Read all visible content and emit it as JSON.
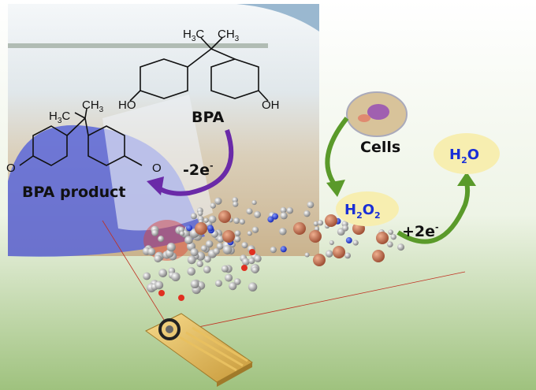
{
  "bpa": {
    "methyl_left": {
      "a": "H",
      "sub": "3",
      "b": "C"
    },
    "methyl_right": {
      "a": "CH",
      "sub": "3"
    },
    "hydroxyl_left": "HO",
    "hydroxyl_right": "OH",
    "label": "BPA"
  },
  "product": {
    "methyl_left": {
      "a": "H",
      "sub": "3",
      "b": "C"
    },
    "methyl_top": {
      "a": "CH",
      "sub": "3"
    },
    "oxygen_left": "O",
    "oxygen_right": "O",
    "label": "BPA product"
  },
  "oxidation": {
    "a": "-2e",
    "sup": "-"
  },
  "reduction": {
    "a": "+2e",
    "sup": "-"
  },
  "cells_label": "Cells",
  "h2o2": {
    "a": "H",
    "sub1": "2",
    "b": "O",
    "sub2": "2"
  },
  "h2o": {
    "a": "H",
    "sub": "2",
    "b": "O"
  },
  "colors": {
    "purple_arrow": "#6a2aa8",
    "green_arrow": "#5a9a2a",
    "bubble": "#f7eeb0",
    "label_blue": "#1a2fd6"
  }
}
